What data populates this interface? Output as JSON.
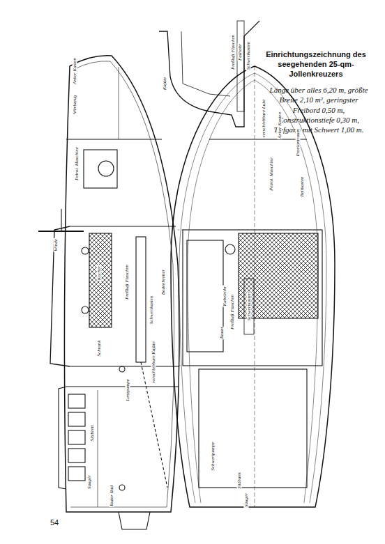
{
  "diagram": {
    "title": "Einrichtungszeichnung des seegehenden 25-qm-Jollenkreuzers",
    "caption": "Länge über alles 6,20 m, größte Breite 2,10 m², geringster Freibord 0,50 m, Konstruktionstiefe 0,30 m, Tiefgang mit Schwert 1,00 m.",
    "labels": [
      "Anker Kasten",
      "Werkzeug",
      "Petrol. Maschine",
      "Winde",
      "Kocher",
      "Preßluft Flaschen",
      "Schwertkasten",
      "Bodenbretter",
      "Schrank",
      "Lenzpumpe",
      "verschiebbare Kajüte",
      "Sitzbrett",
      "Sauger",
      "Ruder Rad",
      "Kajüte",
      "Preßluft Flaschen",
      "Fallrohr",
      "Schwertkasten",
      "verschiebbare Luke",
      "Anker Kasten",
      "Proviantraum",
      "Petrol. Maschine",
      "Bettkasten",
      "Kabelrohr",
      "Preßluft Flaschen",
      "Schwertkasten",
      "Raum",
      "Schwertpumpe",
      "Sitzbank",
      "Sauger",
      "54"
    ]
  }
}
